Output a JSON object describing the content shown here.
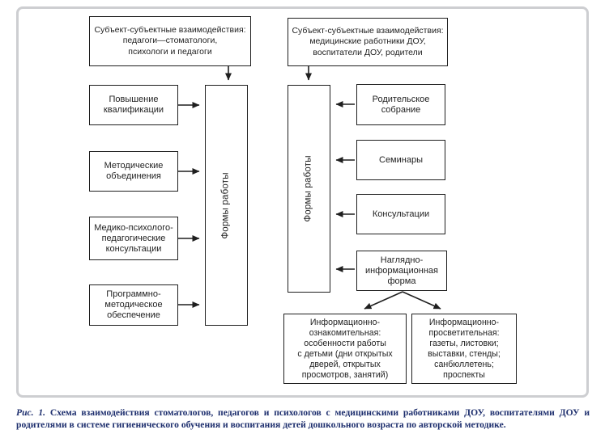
{
  "diagram": {
    "left": {
      "header": "Субъект-субъектные взаимодействия:\nпедагоги—стоматологи,\nпсихологи и педагоги",
      "forms_label": "Формы работы",
      "items": [
        "Повышение\nквалификации",
        "Методические\nобъединения",
        "Медико-психолого-\nпедагогические\nконсультации",
        "Программно-\nметодическое\nобеспечение"
      ]
    },
    "right": {
      "header": "Субъект-субъектные взаимодействия:\nмедицинские работники ДОУ,\nвоспитатели ДОУ, родители",
      "forms_label": "Формы работы",
      "items": [
        "Родительское\nсобрание",
        "Семинары",
        "Консультации",
        "Наглядно-\nинформационная\nформа"
      ],
      "leaves": [
        "Информационно-\nознакомительная:\nособенности работы\nс детьми (дни открытых\nдверей, открытых\nпросмотров, занятий)",
        "Информационно-\nпросветительная:\nгазеты, листовки;\nвыставки, стенды;\nсанбюллетень;\nпроспекты"
      ]
    }
  },
  "caption": {
    "label": "Рис. 1.",
    "text": "Схема взаимодействия стоматологов, педагогов и психологов с медицинскими работниками ДОУ, воспитателями ДОУ и родителями в системе гигиенического обучения и воспитания детей дошкольного возраста по авторской методике."
  },
  "colors": {
    "caption_text": "#1e2f6e",
    "diagram_line": "#1f1f1f",
    "frame_border": "#cdced1"
  }
}
